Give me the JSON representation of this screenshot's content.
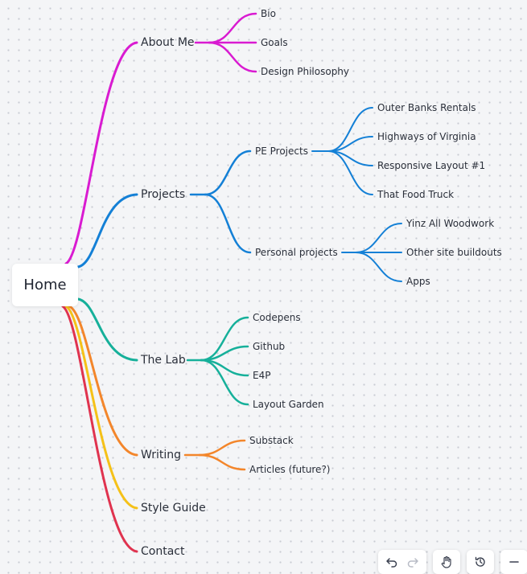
{
  "root": {
    "label": "Home"
  },
  "branches": [
    {
      "label": "About Me",
      "color": "#d91bd1",
      "children": [
        {
          "label": "Bio"
        },
        {
          "label": "Goals"
        },
        {
          "label": "Design Philosophy"
        }
      ]
    },
    {
      "label": "Projects",
      "color": "#1480d6",
      "children": [
        {
          "label": "PE Projects",
          "children": [
            {
              "label": "Outer Banks Rentals"
            },
            {
              "label": "Highways of Virginia"
            },
            {
              "label": "Responsive Layout #1"
            },
            {
              "label": "That Food Truck"
            }
          ]
        },
        {
          "label": "Personal projects",
          "children": [
            {
              "label": "Yinz All Woodwork"
            },
            {
              "label": "Other site buildouts"
            },
            {
              "label": "Apps"
            }
          ]
        }
      ]
    },
    {
      "label": "The Lab",
      "color": "#16b09a",
      "children": [
        {
          "label": "Codepens"
        },
        {
          "label": "Github"
        },
        {
          "label": "E4P"
        },
        {
          "label": "Layout Garden"
        }
      ]
    },
    {
      "label": "Writing",
      "color": "#f3862b",
      "children": [
        {
          "label": "Substack"
        },
        {
          "label": "Articles (future?)"
        }
      ]
    },
    {
      "label": "Style Guide",
      "color": "#f5c118",
      "children": []
    },
    {
      "label": "Contact",
      "color": "#e0334f",
      "children": []
    }
  ],
  "toolbar": {
    "buttons": [
      {
        "icon": "undo-icon"
      },
      {
        "icon": "redo-icon"
      },
      {
        "icon": "hand-pan-icon"
      },
      {
        "icon": "history-icon"
      },
      {
        "icon": "zoom-out-icon"
      }
    ]
  }
}
